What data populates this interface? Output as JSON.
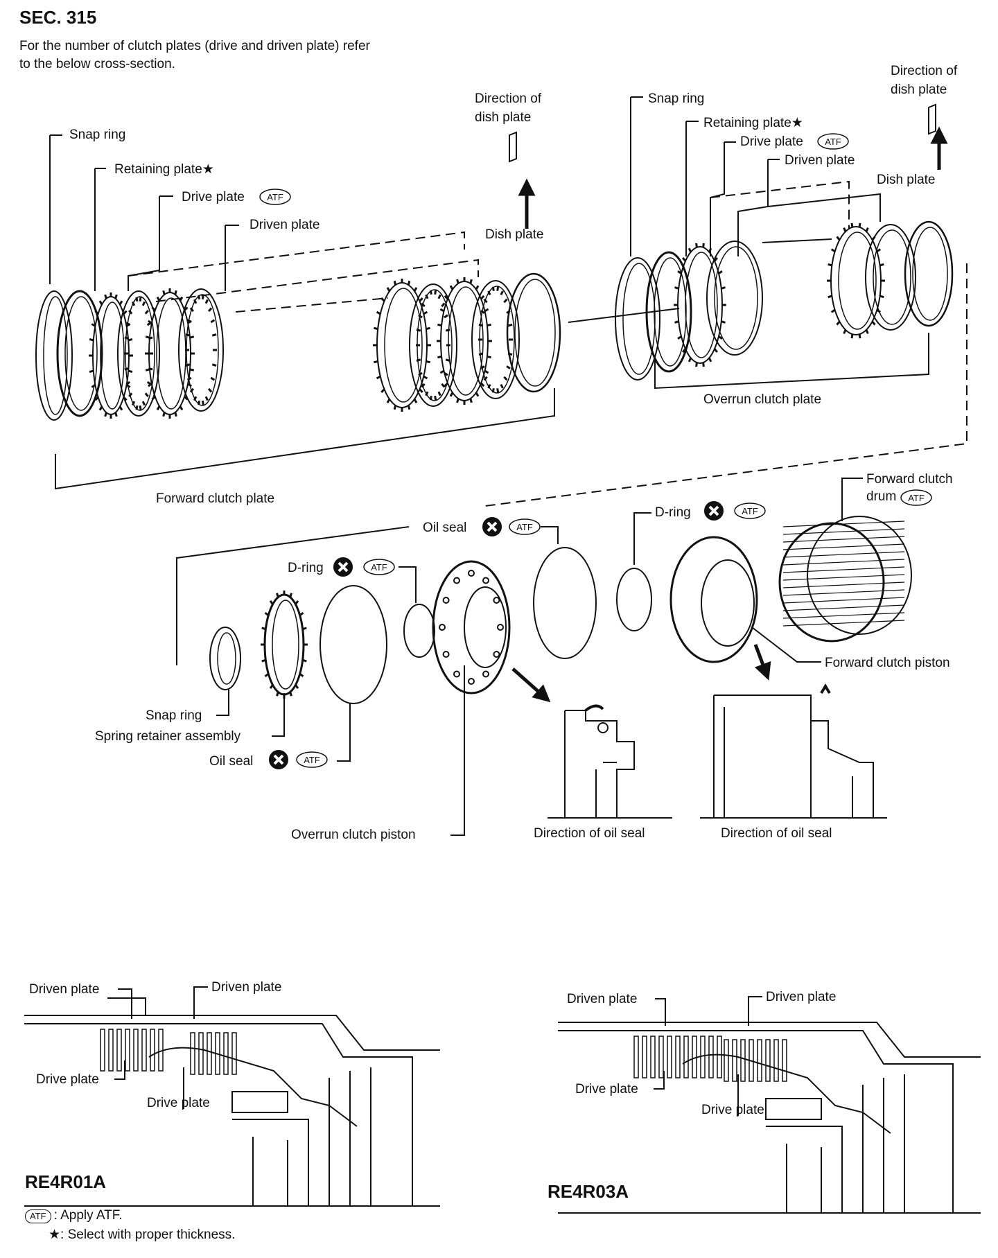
{
  "header": {
    "section": "SEC. 315"
  },
  "intro": {
    "text": "For the number of clutch plates (drive and driven plate) refer to the below cross-section."
  },
  "labels": {
    "snap_ring": "Snap ring",
    "retaining_plate": "Retaining plate★",
    "drive_plate": "Drive plate",
    "driven_plate": "Driven plate",
    "dish_plate": "Dish plate",
    "direction_of_dish_plate": "Direction of dish plate",
    "forward_clutch_plate": "Forward clutch plate",
    "overrun_clutch_plate": "Overrun clutch plate",
    "oil_seal": "Oil seal",
    "d_ring": "D-ring",
    "forward_clutch_drum": "Forward clutch drum",
    "forward_clutch_piston": "Forward clutch piston",
    "spring_retainer_assembly": "Spring retainer assembly",
    "overrun_clutch_piston": "Overrun clutch piston",
    "direction_of_oil_seal": "Direction of oil seal",
    "atf": "ATF"
  },
  "models": {
    "left": "RE4R01A",
    "right": "RE4R03A"
  },
  "legend": {
    "atf_text": ": Apply ATF.",
    "star_symbol": "★",
    "star_text": ": Select with proper thickness."
  },
  "colors": {
    "ink": "#111111",
    "paper": "#ffffff"
  }
}
